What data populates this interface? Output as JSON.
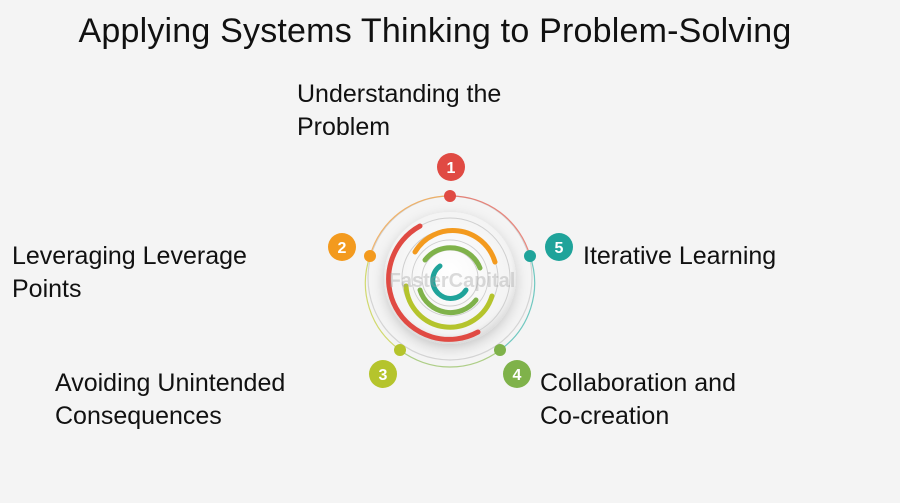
{
  "title": "Applying Systems Thinking to Problem-Solving",
  "steps": [
    {
      "number": "1",
      "line1": "Understanding the",
      "line2": "Problem",
      "color": "#e04a43"
    },
    {
      "number": "2",
      "line1": "Leveraging Leverage",
      "line2": "Points",
      "color": "#f39a1e"
    },
    {
      "number": "3",
      "line1": "Avoiding Unintended",
      "line2": "Consequences",
      "color": "#b5c42c"
    },
    {
      "number": "4",
      "line1": "Collaboration and",
      "line2": "Co-creation",
      "color": "#7fb24a"
    },
    {
      "number": "5",
      "line1": "Iterative Learning",
      "line2": "",
      "color": "#1fa39a"
    }
  ],
  "watermark": "FasterCapital",
  "icons": [
    "target-rings-graphic"
  ]
}
